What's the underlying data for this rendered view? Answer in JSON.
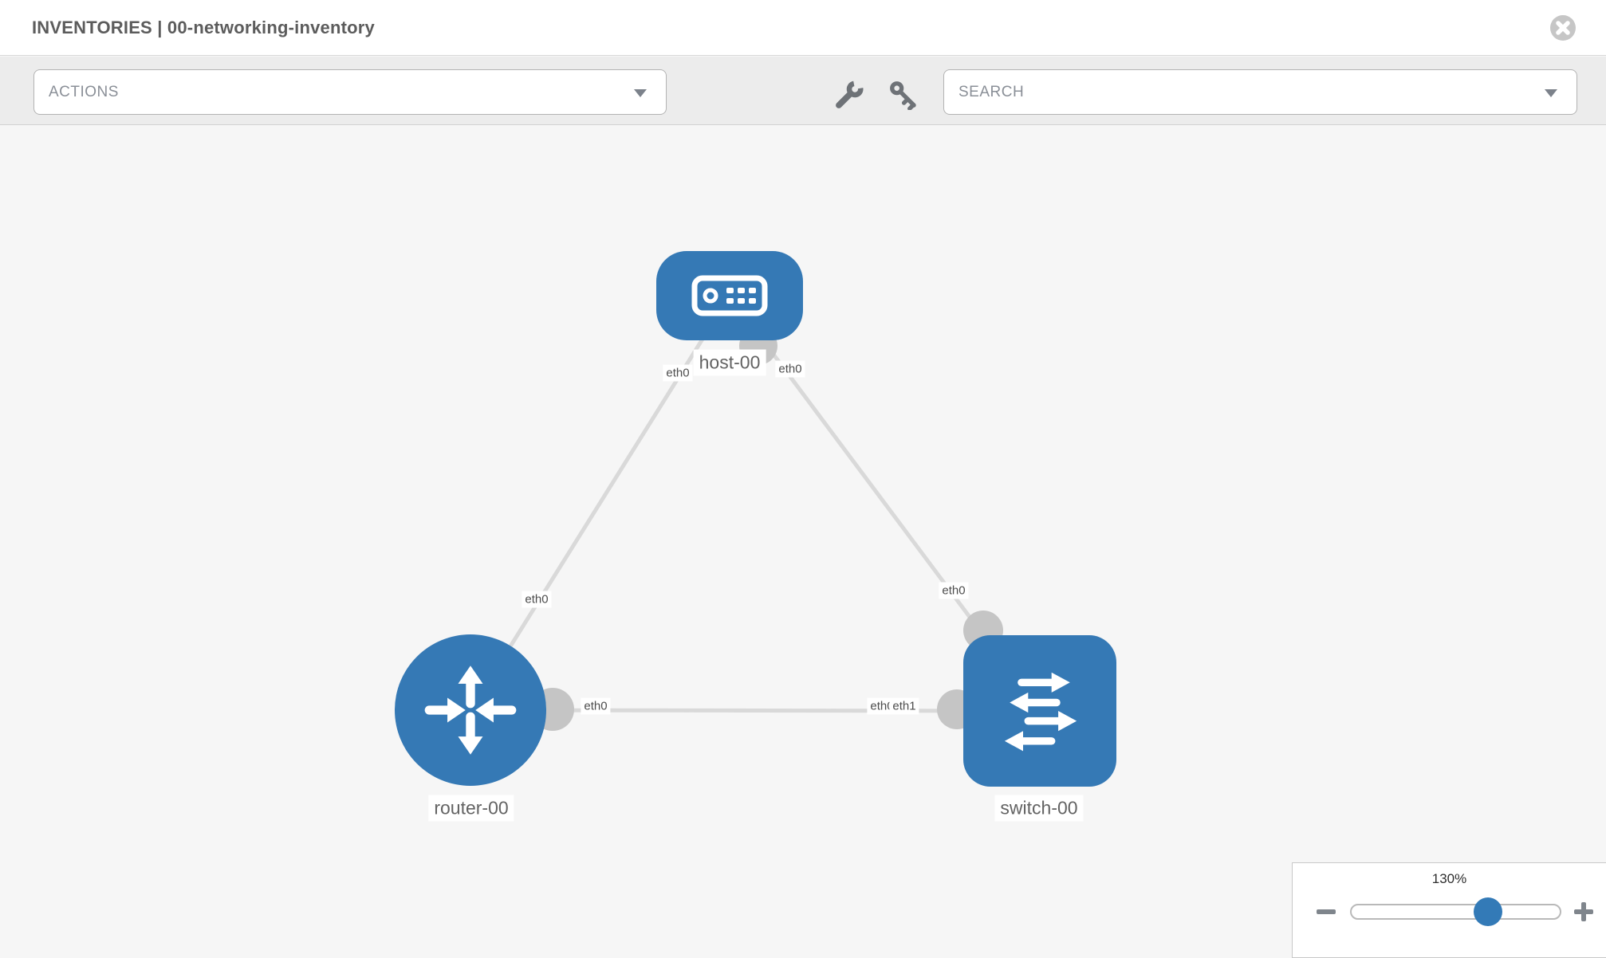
{
  "header": {
    "title": "INVENTORIES | 00-networking-inventory"
  },
  "toolbar": {
    "actions_label": "ACTIONS",
    "search_placeholder": "SEARCH",
    "icons": [
      "wrench-icon",
      "key-icon"
    ]
  },
  "topology": {
    "nodes": [
      {
        "id": "host-00",
        "type": "host",
        "label": "host-00"
      },
      {
        "id": "router-00",
        "type": "router",
        "label": "router-00"
      },
      {
        "id": "switch-00",
        "type": "switch",
        "label": "switch-00"
      }
    ],
    "links": [
      {
        "from": "host-00",
        "from_if": "eth0",
        "to": "router-00",
        "to_if": "eth0"
      },
      {
        "from": "host-00",
        "from_if": "eth0",
        "to": "switch-00",
        "to_if": "eth0"
      },
      {
        "from": "router-00",
        "from_if": "eth0",
        "to": "switch-00",
        "to_if": "eth1"
      }
    ],
    "overlap_hidden_label": "eth0"
  },
  "zoom_control": {
    "value": "130%",
    "percent": 130
  },
  "colors": {
    "node_blue": "#3579b5",
    "link_gray": "#d9d9d9",
    "connector_gray": "#c5c5c5",
    "slider_thumb_blue": "#337ab7"
  }
}
